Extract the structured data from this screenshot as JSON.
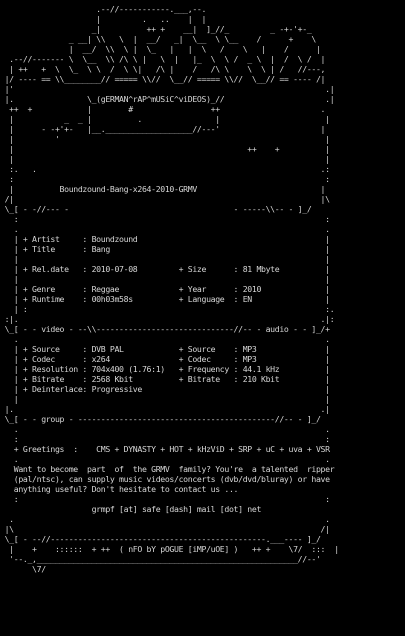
{
  "theme": {
    "background": "#000000",
    "text": "#d6d6d6"
  },
  "nfo": {
    "lines": [
      "                     .--//-----------.___,--.",
      "                     |         .   ..    |  |",
      "                    _|          ++ +    __|  ]_//_         _ -+-'+-_",
      "               _ __| \\\\   \\  |  __/   _|  \\__  \\ \\__    /      +    \\",
      "               |  __/  \\\\  \\ |  \\_   |   |  \\   /    \\   |    /      |",
      "  .--//------- \\  \\__  \\\\ /\\ \\ |   \\  |   |_  \\  \\ /  _ \\  |  /  \\ /  |",
      "  | ++   +  \\  \\_  \\ \\  /  \\ \\|   /\\ |    /   /\\ \\    \\  \\ | /   //---,",
      " |/ ---- == \\\\________// ===== \\\\//  \\__// ===== \\\\//  \\__// == ---- /|",
      " |'                                                                    .|",
      " |.                \\_(gERMAN^rAP^mUSiC^viDEOS)_//                      .|",
      "  ++  +            |        #                 ++                      .",
      "  |           _  _ |          .                |                       |",
      "  |      - -+'+-   |__.___________________//---'                      |",
      "  |         '                                                          |",
      "  |                                                   ++    +          |",
      "  |                                                                    |",
      "  :.   .                                                              .:",
      "  :                                                                    :",
      "  |          Boundzound-Bang-x264-2010-GRMV                           |",
      " /|                                                                   |\\",
      " \\_[ - -//--- -                                    - -----\\\\-- - ]_/",
      "   :                                                                   :",
      "   .                                                                   .",
      "   | + Artist     : Boundzound                                         |",
      "   | + Title      : Bang                                               |",
      "   |                                                                   |",
      "   | + Rel.date   : 2010-07-08         + Size      : 81 Mbyte          |",
      "   |                                                                   |",
      "   | + Genre      : Reggae             + Year      : 2010              |",
      "   | + Runtime    : 00h03m58s          + Language  : EN                |",
      "   | :                                                                 :.",
      " :|.                                                                  .|:",
      " \\_[ - - video - --\\\\------------------------------//-- - audio - - ]_/+",
      "   .                                                                   .",
      "   | + Source     : DVB PAL            + Source    : MP3               |",
      "   | + Codec      : x264               + Codec     : MP3               |",
      "   | + Resolution : 704x400 (1.76:1)   + Frequency : 44.1 kHz          |",
      "   | + Bitrate    : 2568 Kbit          + Bitrate   : 210 Kbit          |",
      "   | + Deinterlace: Progressive                                        |",
      "   |                                                                   |",
      " |.                                                                   .|",
      " \\_[ - - group - -------------------------------------------//-- - ]_/",
      "   .                                                                   .",
      "   :                                                                   :",
      "   + Greetings  :    CMS + DYNASTY + HOT + kHzViD + SRP + uC + uva + VSR",
      "   .                                                                   .",
      "   Want to become  part  of  the GRMV  family? You're  a talented  ripper",
      "   (pal/ntsc), can supply music videos/concerts (dvb/dvd/bluray) or have",
      "   anything useful? Don't hesitate to contact us ...",
      "   :                                                                   :",
      "                    grmpf [at] safe [dash] mail [dot] net",
      "  .                                                                    .",
      " |\\                                                                   /|",
      " \\_[ - --//-----------------------------------------------.___---- ]_/",
      "  |    +    ::::::  + ++  ( nFO bY pOGUE [iMP/uOE] )   ++ +    \\7/  :::  |",
      "  '--._,_________________________________________________________//--'",
      "       \\7/"
    ]
  }
}
